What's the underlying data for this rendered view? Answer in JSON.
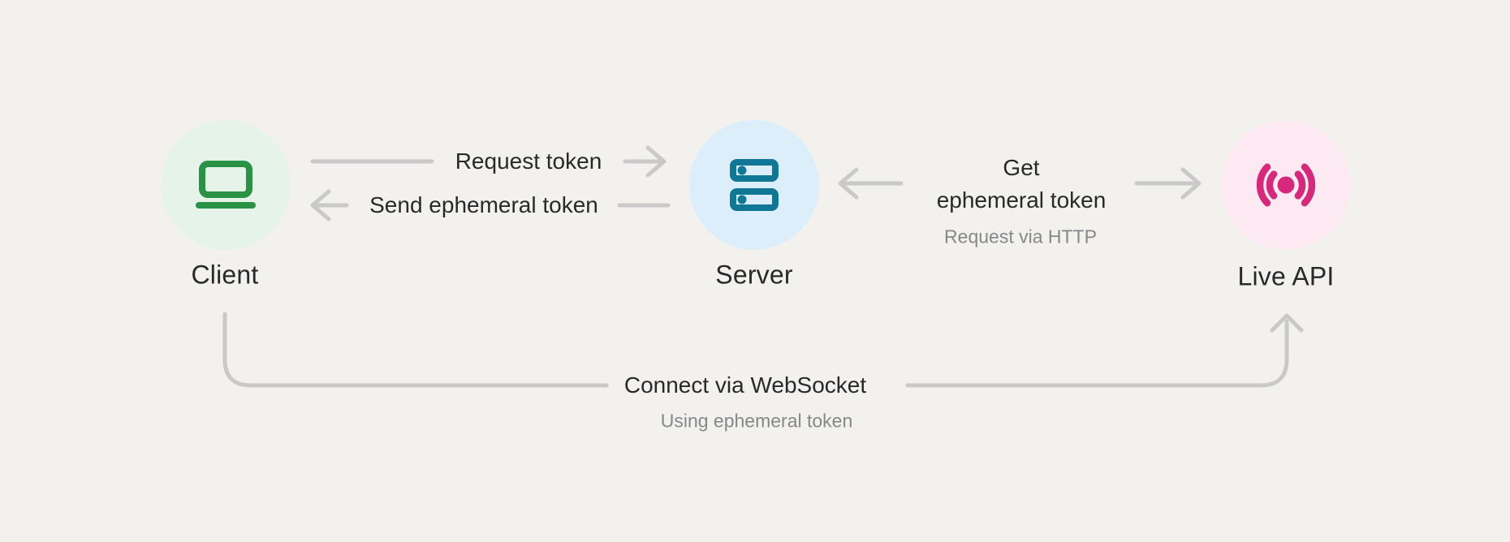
{
  "diagram": {
    "title_semantics": "Ephemeral token flow between Client, Server and Live API",
    "background_color": "#f2f1ee",
    "connector_color": "#c9c9c9",
    "text_color": "#28292b",
    "subtext_color": "#85878a",
    "nodes": [
      {
        "id": "client",
        "label": "Client",
        "icon": "laptop-icon",
        "icon_color": "#299244",
        "circle_color": "#e5f3e8"
      },
      {
        "id": "server",
        "label": "Server",
        "icon": "server-icon",
        "icon_color": "#107895",
        "circle_color": "#ddeefb"
      },
      {
        "id": "live_api",
        "label": "Live API",
        "icon": "broadcast-icon",
        "icon_color": "#d5297c",
        "circle_color": "#fce9f1"
      }
    ],
    "edges": {
      "request_token": {
        "label": "Request token",
        "direction": "client-to-server"
      },
      "send_ephemeral_token": {
        "label": "Send ephemeral token",
        "direction": "server-to-client"
      },
      "get_ephemeral_token": {
        "label": "Get\nephemeral token",
        "sublabel": "Request via HTTP",
        "direction": "server-to-live-api"
      },
      "connect_websocket": {
        "label": "Connect via WebSocket",
        "sublabel": "Using ephemeral token",
        "direction": "client-to-live-api"
      }
    }
  }
}
